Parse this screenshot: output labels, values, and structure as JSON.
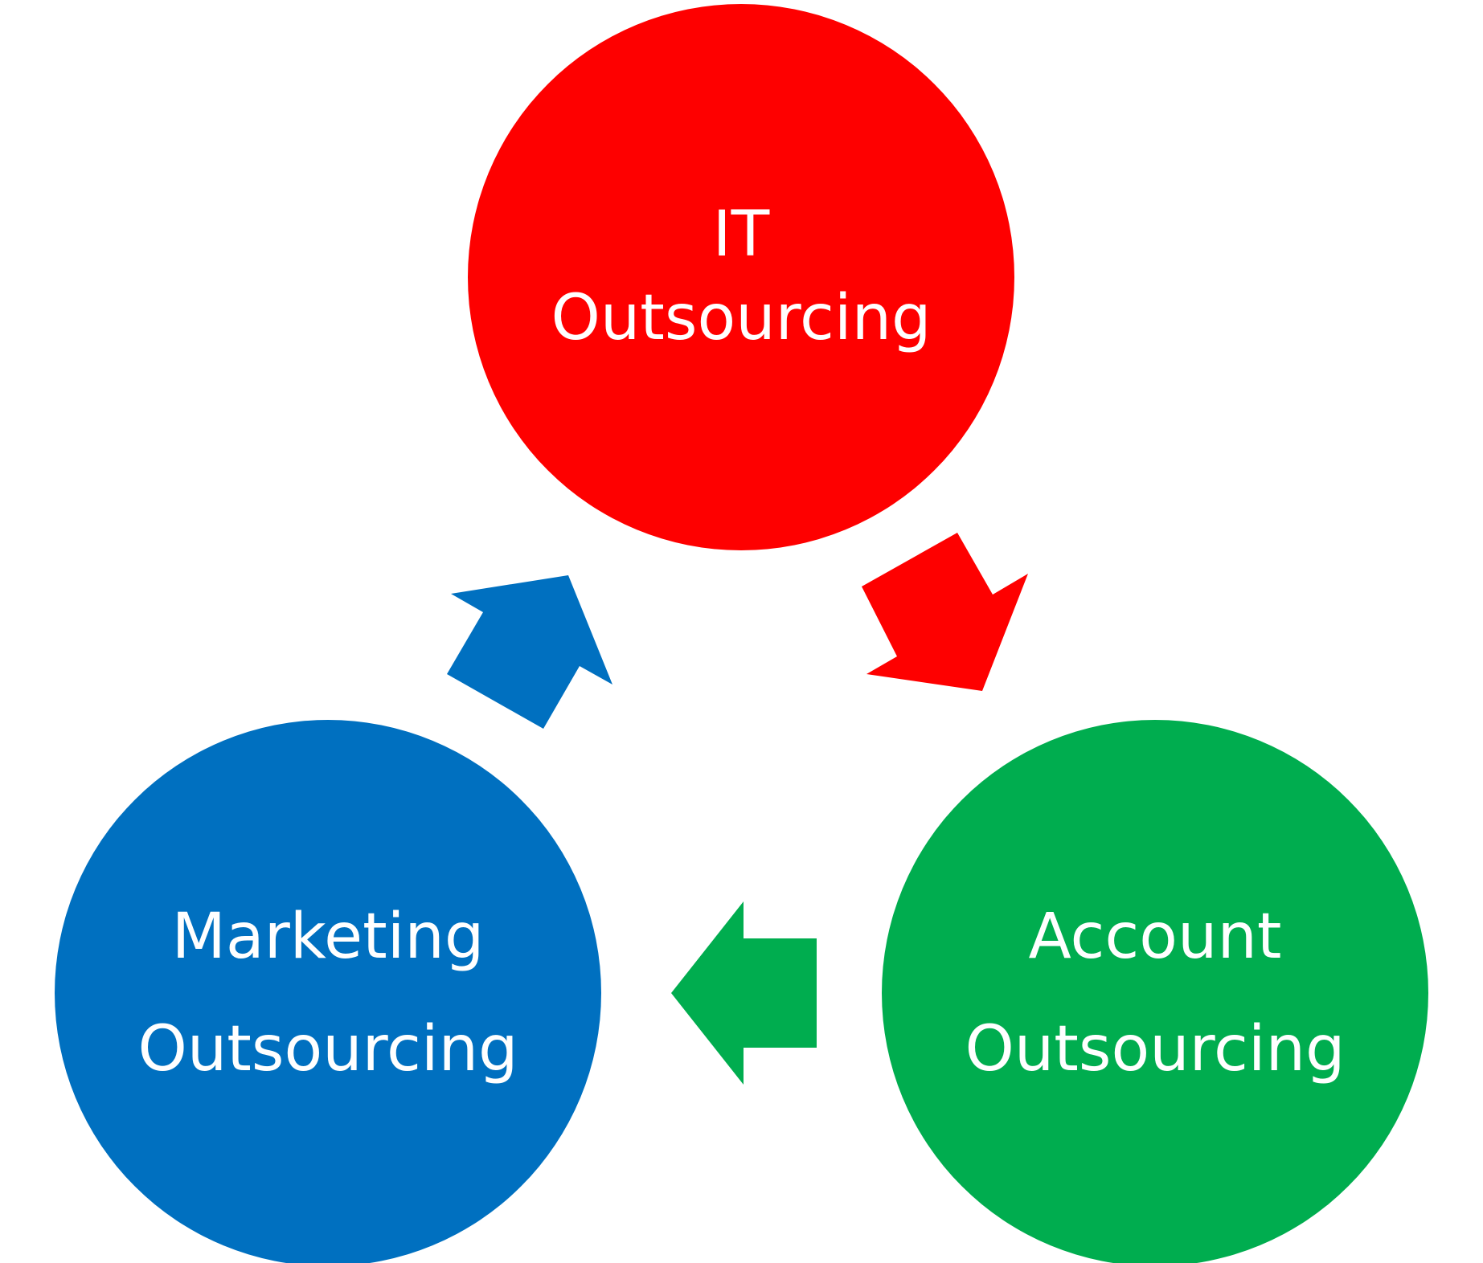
{
  "nodes": [
    {
      "id": "it",
      "lines": [
        "IT",
        "Outsourcing"
      ],
      "color": "#fe0000"
    },
    {
      "id": "account",
      "lines": [
        "Account",
        "Outsourcing"
      ],
      "color": "#00ad4f"
    },
    {
      "id": "marketing",
      "lines": [
        "Marketing",
        "Outsourcing"
      ],
      "color": "#0070c0"
    }
  ],
  "arrows": [
    {
      "from": "it",
      "to": "account",
      "color": "#fe0000"
    },
    {
      "from": "account",
      "to": "marketing",
      "color": "#00ad4f"
    },
    {
      "from": "marketing",
      "to": "it",
      "color": "#0070c0"
    }
  ]
}
